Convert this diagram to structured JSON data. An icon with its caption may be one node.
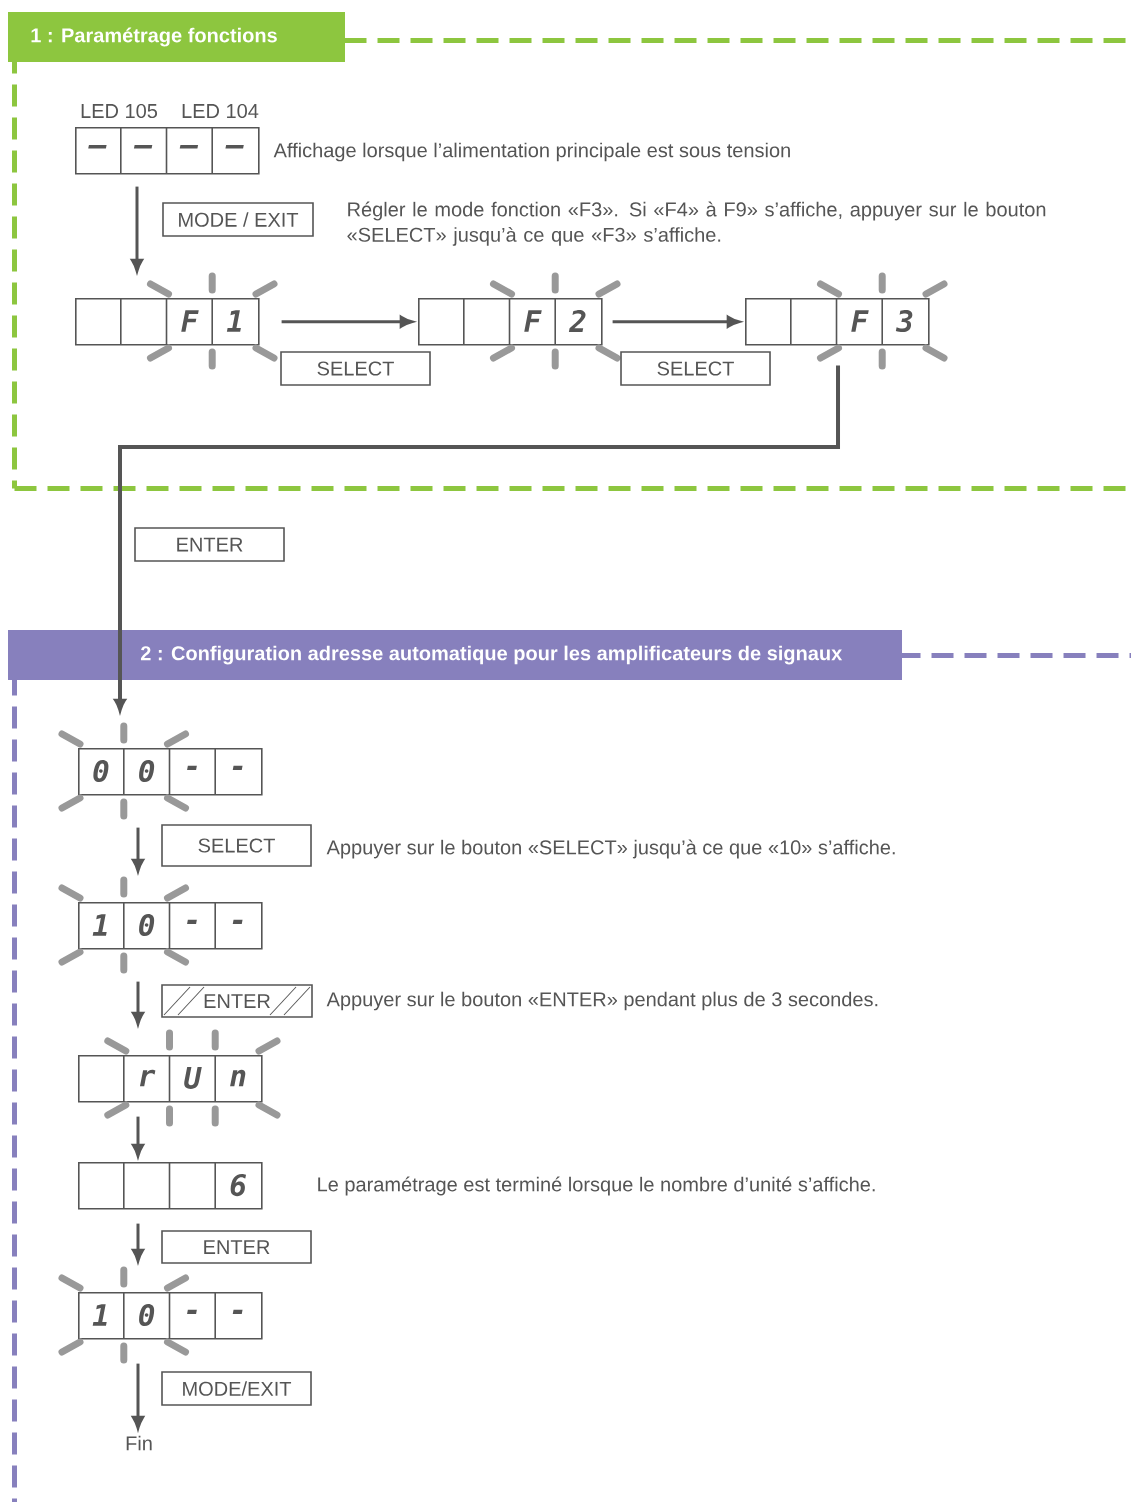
{
  "diagram": {
    "nodes": [
      {
        "text": [
          "1 : Paramétrage fonctions"
        ]
      },
      {
        "text": [
          "—",
          "—",
          "—",
          "—"
        ],
        "in": 0,
        "beside": [
          "LED 105",
          "LED 104",
          "Affichage lorsque l’alimentation principale est sous tension"
        ]
      },
      {
        "text": [
          "F",
          "1"
        ],
        "in": 0
      },
      {
        "text": [
          "F",
          "2"
        ],
        "in": 0
      },
      {
        "text": [
          "F",
          "3"
        ],
        "in": 0
      },
      {
        "text": [
          "2 : Configuration adresse automatique pour les amplificateurs de signaux"
        ]
      },
      {
        "text": [
          "0",
          "0",
          "-",
          "-"
        ],
        "in": 5
      },
      {
        "text": [
          "1",
          "0",
          "-",
          "-"
        ],
        "in": 5
      },
      {
        "text": [
          "r",
          "U",
          "n"
        ],
        "in": 5
      },
      {
        "text": [
          "6"
        ],
        "in": 5
      },
      {
        "text": [
          "1",
          "0",
          "-",
          "-"
        ],
        "in": 5
      },
      {
        "text": [
          "Fin"
        ],
        "in": 5
      }
    ],
    "edges": [
      {
        "from": 1,
        "to": 2,
        "arrow": "to",
        "label": "MODE / EXIT"
      },
      {
        "from": 2,
        "to": 3,
        "arrow": "to",
        "label": "SELECT"
      },
      {
        "from": 3,
        "to": 4,
        "arrow": "to",
        "label": "SELECT"
      },
      {
        "from": 4,
        "to": 6,
        "arrow": "to",
        "label": "ENTER"
      },
      {
        "from": 6,
        "to": 7,
        "arrow": "to",
        "label": "SELECT"
      },
      {
        "from": 7,
        "to": 8,
        "arrow": "to",
        "label": "ENTER"
      },
      {
        "from": 8,
        "to": 9,
        "arrow": "to"
      },
      {
        "from": 9,
        "to": 10,
        "arrow": "to",
        "label": "ENTER"
      },
      {
        "from": 10,
        "to": 11,
        "arrow": "to",
        "label": "MODE/EXIT"
      }
    ],
    "labels": [
      "Régler le mode fonction «F3». Si «F4» à F9» s’affiche, appuyer sur le bouton «SELECT» jusqu’à ce que «F3» s’affiche.",
      "Appuyer sur le bouton «SELECT» jusqu’à ce que «10» s’affiche.",
      "Appuyer sur le bouton «ENTER» pendant plus de 3 secondes.",
      "Le paramétrage est terminé lorsque le nombre d’unité s’affiche."
    ]
  }
}
